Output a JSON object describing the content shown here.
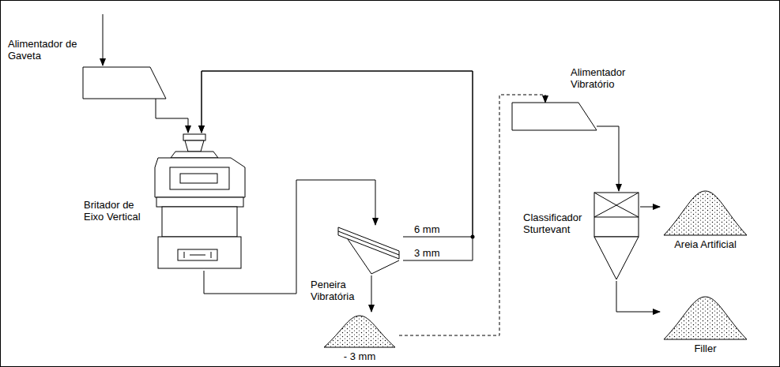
{
  "diagram": {
    "nodes": [
      {
        "text": [
          "Alimentador de Gaveta"
        ]
      },
      {
        "text": [
          "Britador de Eixo Vertical"
        ]
      },
      {
        "text": [
          "Peneira Vibratória"
        ]
      },
      {
        "text": [
          "- 3 mm"
        ]
      },
      {
        "text": [
          "Alimentador Vibratório"
        ]
      },
      {
        "text": [
          "Classificador Sturtevant"
        ]
      },
      {
        "text": [
          "Areia Artificial"
        ]
      },
      {
        "text": [
          "Filler"
        ]
      }
    ],
    "edges": [
      {
        "from": 0,
        "to": 1,
        "arrow": "to"
      },
      {
        "from": 1,
        "to": 2,
        "arrow": "to"
      },
      {
        "from": 2,
        "to": 1,
        "label": "6 mm",
        "arrow": "to"
      },
      {
        "from": 2,
        "to": 1,
        "label": "3 mm",
        "arrow": "to"
      },
      {
        "from": 2,
        "to": 3,
        "arrow": "to"
      },
      {
        "from": 3,
        "to": 4,
        "arrow": "to"
      },
      {
        "from": 4,
        "to": 5,
        "arrow": "to"
      },
      {
        "from": 5,
        "to": 6,
        "arrow": "to"
      },
      {
        "from": 5,
        "to": 7,
        "arrow": "to"
      }
    ]
  }
}
